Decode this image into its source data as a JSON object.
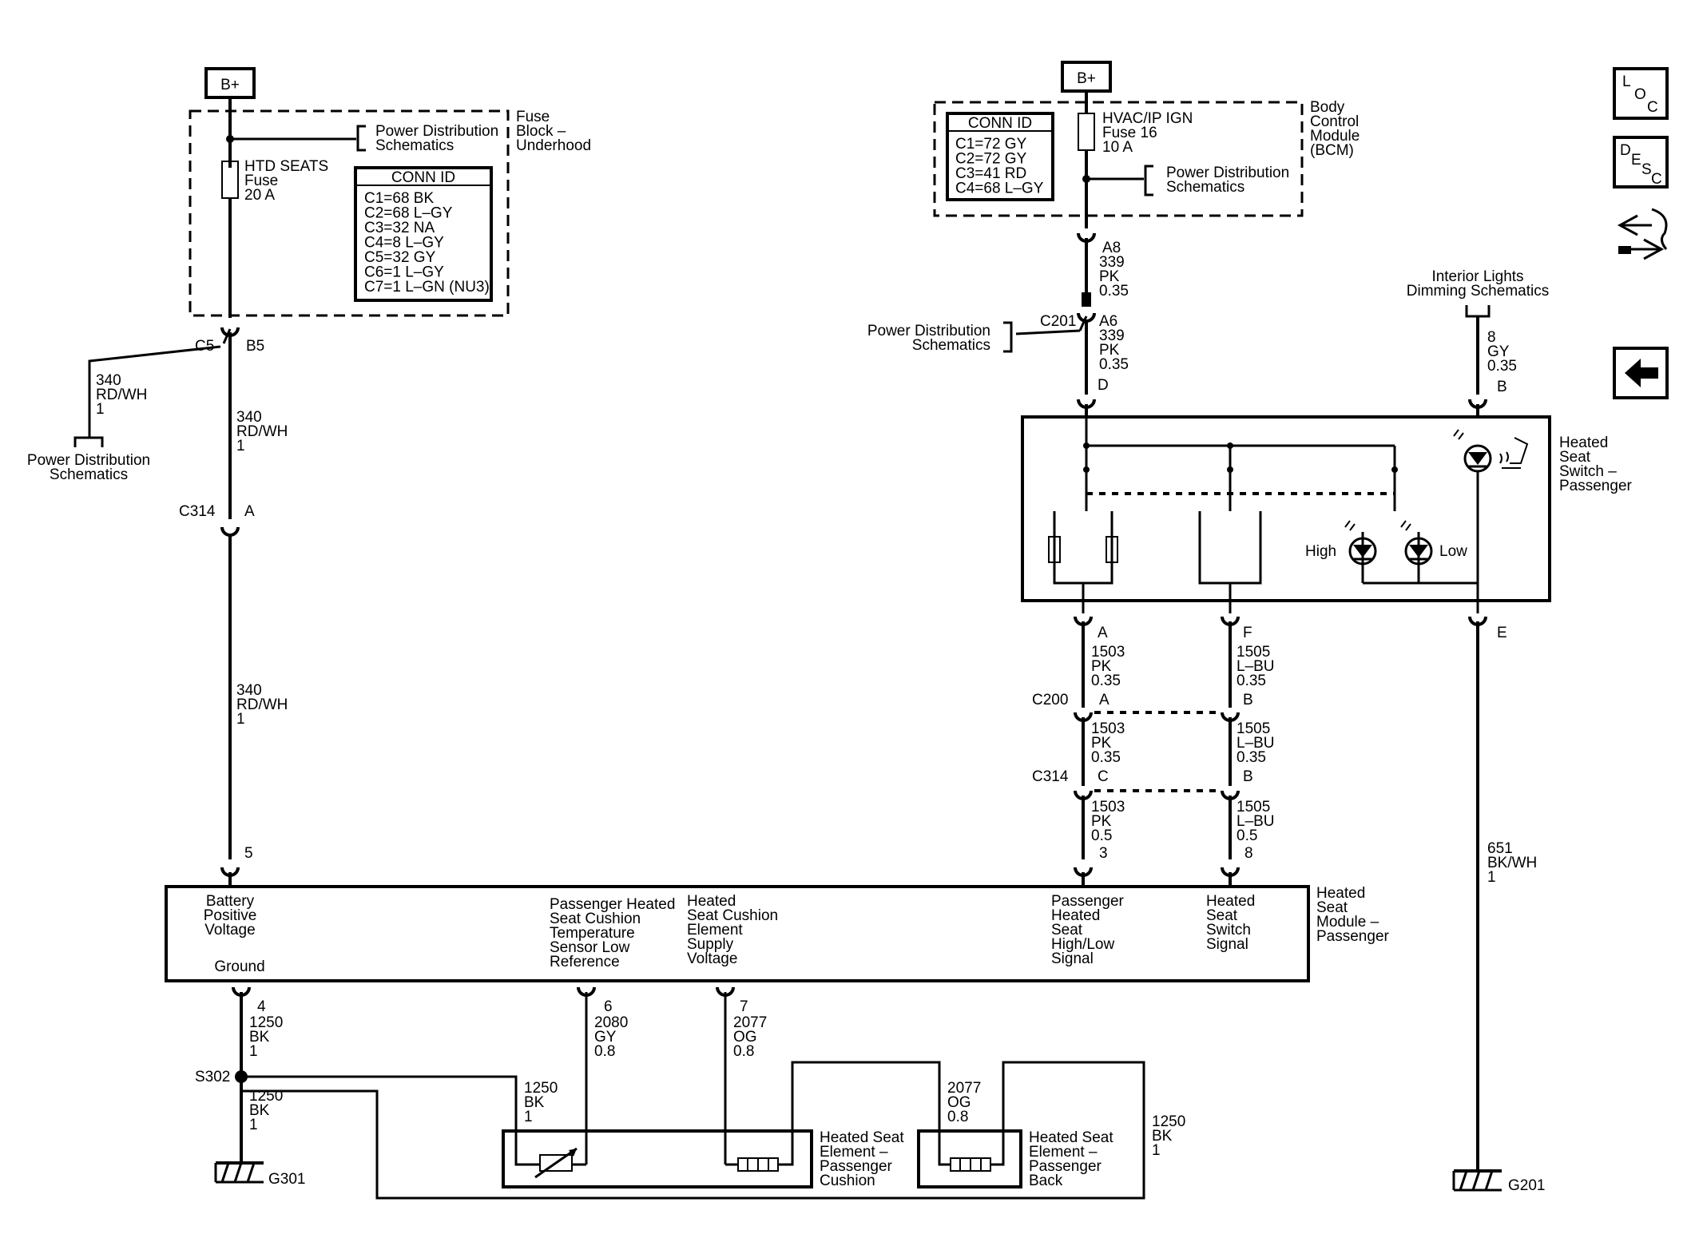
{
  "nav_icons": {
    "loc": {
      "icon": "loc-icon",
      "l": "L",
      "o": "O",
      "c": "C"
    },
    "desc": {
      "icon": "desc-icon",
      "d": "D",
      "e": "E",
      "s": "S",
      "c": "C"
    },
    "connector_end_view": {
      "icon": "connector-end-view-icon"
    },
    "back": {
      "icon": "back-arrow-icon"
    }
  },
  "left": {
    "bplus": "B+",
    "fuse_block": [
      "Fuse",
      "Block –",
      "Underhood"
    ],
    "power_dist_top": [
      "Power Distribution",
      "Schematics"
    ],
    "fuse_label": [
      "HTD SEATS",
      "Fuse",
      "20 A"
    ],
    "conn_id_title": "CONN ID",
    "conn_id_rows": [
      "C1=68 BK",
      "C2=68 L–GY",
      "C3=32 NA",
      "C4=8 L–GY",
      "C5=32 GY",
      "C6=1 L–GY",
      "C7=1 L–GN (NU3)"
    ],
    "c5": "C5",
    "b5": "B5",
    "branch_wire": [
      "340",
      "RD/WH",
      "1"
    ],
    "power_dist_branch": [
      "Power Distribution",
      "Schematics"
    ],
    "wire_a": [
      "340",
      "RD/WH",
      "1"
    ],
    "c314": "C314",
    "c314_pin": "A",
    "wire_b": [
      "340",
      "RD/WH",
      "1"
    ],
    "pin5": "5"
  },
  "bcm": {
    "bplus": "B+",
    "conn_id_title": "CONN ID",
    "conn_id_rows": [
      "C1=72 GY",
      "C2=72 GY",
      "C3=41 RD",
      "C4=68 L–GY"
    ],
    "fuse_label": [
      "HVAC/IP IGN",
      "Fuse 16",
      "10 A"
    ],
    "power_dist": [
      "Power Distribution",
      "Schematics"
    ],
    "module_label": [
      "Body",
      "Control",
      "Module",
      "(BCM)"
    ],
    "wire_a8": [
      "A8",
      "339",
      "PK",
      "0.35"
    ],
    "c201": "C201",
    "power_dist_c201": [
      "Power Distribution",
      "Schematics"
    ],
    "wire_a6": [
      "A6",
      "339",
      "PK",
      "0.35"
    ],
    "pin_d": "D"
  },
  "interior": {
    "label": [
      "Interior Lights",
      "Dimming Schematics"
    ],
    "wire": [
      "8",
      "GY",
      "0.35"
    ],
    "pin_b": "B"
  },
  "switch": {
    "label": [
      "Heated",
      "Seat",
      "Switch –",
      "Passenger"
    ],
    "high": "High",
    "low": "Low",
    "pin_a": "A",
    "pin_f": "F",
    "pin_e": "E"
  },
  "wires_mid": {
    "pk1": [
      "1503",
      "PK",
      "0.35"
    ],
    "lbu1": [
      "1505",
      "L–BU",
      "0.35"
    ],
    "c200": "C200",
    "c200_a": "A",
    "c200_b": "B",
    "pk2": [
      "1503",
      "PK",
      "0.35"
    ],
    "lbu2": [
      "1505",
      "L–BU",
      "0.35"
    ],
    "c314": "C314",
    "c314_c": "C",
    "c314_b": "B",
    "pk3": [
      "1503",
      "PK",
      "0.5"
    ],
    "lbu3": [
      "1505",
      "L–BU",
      "0.5"
    ],
    "pin3": "3",
    "pin8": "8",
    "bkwh": [
      "651",
      "BK/WH",
      "1"
    ],
    "g201": "G201"
  },
  "module": {
    "label": [
      "Heated",
      "Seat",
      "Module –",
      "Passenger"
    ],
    "battery": [
      "Battery",
      "Positive",
      "Voltage"
    ],
    "ground": "Ground",
    "temp_ref": [
      "Passenger Heated",
      "Seat Cushion",
      "Temperature",
      "Sensor Low",
      "Reference"
    ],
    "supply": [
      "Heated",
      "Seat Cushion",
      "Element",
      "Supply",
      "Voltage"
    ],
    "hilow": [
      "Passenger",
      "Heated",
      "Seat",
      "High/Low",
      "Signal"
    ],
    "switch_sig": [
      "Heated",
      "Seat",
      "Switch",
      "Signal"
    ]
  },
  "bottom": {
    "pin4": "4",
    "w1250a": [
      "1250",
      "BK",
      "1"
    ],
    "s302": "S302",
    "w1250b": [
      "1250",
      "BK",
      "1"
    ],
    "g301": "G301",
    "pin6": "6",
    "w2080": [
      "2080",
      "GY",
      "0.8"
    ],
    "pin7": "7",
    "w2077": [
      "2077",
      "OG",
      "0.8"
    ],
    "w1250c": [
      "1250",
      "BK",
      "1"
    ],
    "w2077b": [
      "2077",
      "OG",
      "0.8"
    ],
    "w1250d": [
      "1250",
      "BK",
      "1"
    ],
    "cushion": [
      "Heated Seat",
      "Element –",
      "Passenger",
      "Cushion"
    ],
    "back": [
      "Heated Seat",
      "Element –",
      "Passenger",
      "Back"
    ]
  }
}
